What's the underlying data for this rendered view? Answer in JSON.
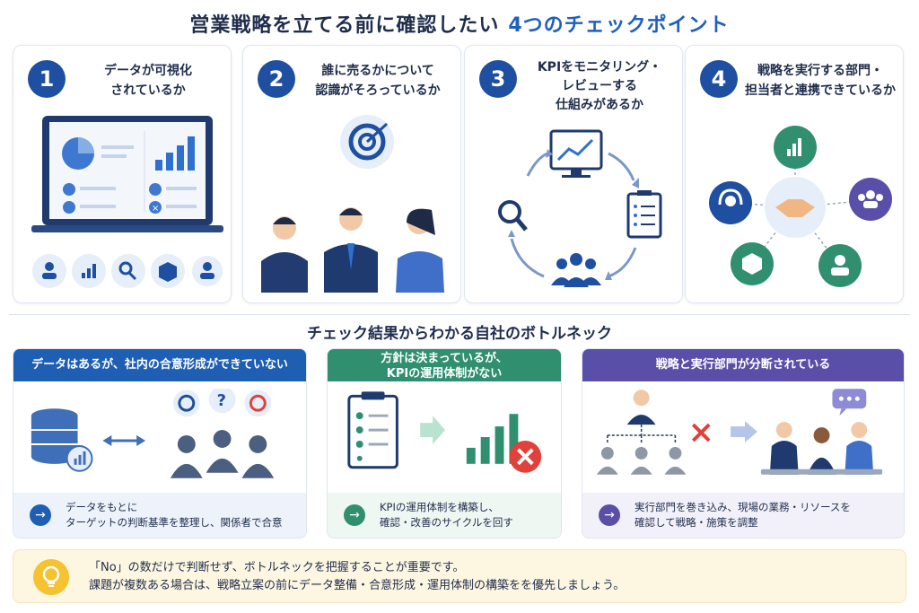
{
  "title": {
    "main": "営業戦略を立てる前に確認したい",
    "accent": "4つのチェックポイント"
  },
  "checkpoints": [
    {
      "number": "1",
      "line1": "データが可視化",
      "line2": "されているか",
      "line3": ""
    },
    {
      "number": "2",
      "line1": "誰に売るかについて",
      "line2": "認識がそろっているか",
      "line3": ""
    },
    {
      "number": "3",
      "line1": "KPIをモニタリング・",
      "line2": "レビューする",
      "line3": "仕組みがあるか"
    },
    {
      "number": "4",
      "line1": "戦略を実行する部門・",
      "line2": "担当者と連携できているか",
      "line3": ""
    }
  ],
  "bottleneck_title": "チェック結果からわかる自社のボトルネック",
  "bottlenecks": [
    {
      "head1": "データはあるが、社内の合意形成ができていない",
      "head2": "",
      "color": "#1e5fb4",
      "foot1": "データをもとに",
      "foot2": "ターゲットの判断基準を整理し、関係者で合意"
    },
    {
      "head1": "方針は決まっているが、",
      "head2": "KPIの運用体制がない",
      "color": "#2f8f6e",
      "foot1": "KPIの運用体制を構築し、",
      "foot2": "確認・改善のサイクルを回す"
    },
    {
      "head1": "戦略と実行部門が分断されている",
      "head2": "",
      "color": "#5a4fa8",
      "foot1": "実行部門を巻き込み、現場の業務・リソースを",
      "foot2": "確認して戦略・施策を調整"
    }
  ],
  "note": {
    "line1": "「No」の数だけで判断せず、ボトルネックを把握することが重要です。",
    "line2": "課題が複数ある場合は、戦略立案の前にデータ整備・合意形成・運用体制の構築をを優先しましょう。"
  },
  "colors": {
    "navy": "#1e4fa0",
    "green": "#2f8f6e",
    "purple": "#5a4fa8",
    "red": "#e0413a",
    "light": "#e6eef9"
  }
}
